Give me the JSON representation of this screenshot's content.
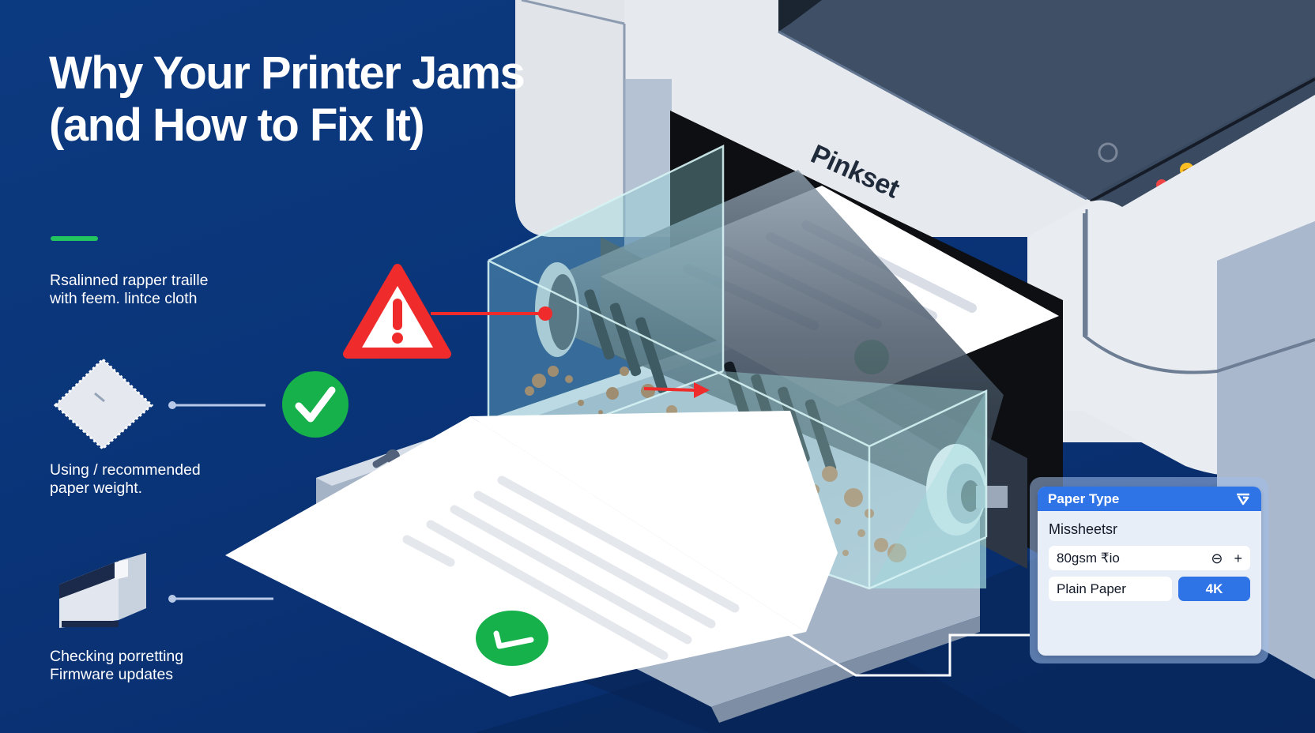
{
  "header": {
    "title_line_1": "Why Your Printer Jams",
    "title_line_2": "(and How to Fix It)"
  },
  "tips": [
    {
      "line_1": "Rsalinned rapper traille",
      "line_2": "with feem. lintce cloth",
      "icon": "cleaning-cloth-icon",
      "status_icon": "check-circle-icon"
    },
    {
      "line_1": "Using / recommended",
      "line_2": "paper weight.",
      "icon": "printer-icon"
    },
    {
      "line_1": "Checking porretting",
      "line_2": "Firmware updates"
    }
  ],
  "printer": {
    "brand": "Pinkset",
    "status_lights": [
      "#ef4444",
      "#fbbf24",
      "#4ade80"
    ],
    "screen_color": "#5b8def"
  },
  "callouts": {
    "warning_icon": "warning-triangle-icon",
    "warning_color": "#ef2b2b",
    "success_color": "#16b14b"
  },
  "paper_panel": {
    "title": "Paper Type",
    "subtitle": "Missheetsr",
    "weight_value": "80gsm ₹io",
    "decrement_label": "⊖",
    "increment_label": "+",
    "media_value": "Plain Paper",
    "quality_button": "4K"
  },
  "colors": {
    "background": "#0b3577",
    "accent_green": "#22c55e",
    "panel_blue": "#2f74e6"
  }
}
